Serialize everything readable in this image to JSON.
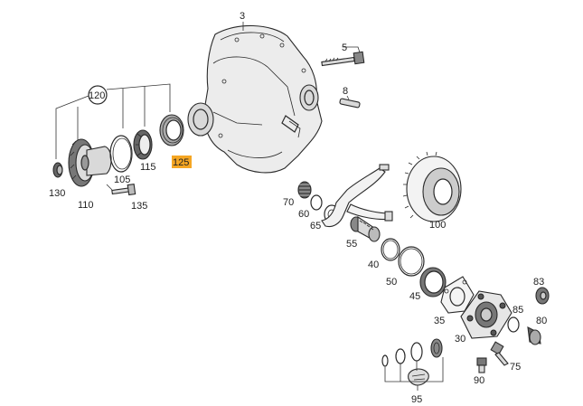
{
  "labels": {
    "p3": "3",
    "p5": "5",
    "p8": "8",
    "p120": "120",
    "p130": "130",
    "p110": "110",
    "p105": "105",
    "p115": "115",
    "p125": "125",
    "p135": "135",
    "p70": "70",
    "p60": "60",
    "p65": "65",
    "p55": "55",
    "p100": "100",
    "p40": "40",
    "p50": "50",
    "p45": "45",
    "p35": "35",
    "p30": "30",
    "p83": "83",
    "p85": "85",
    "p80": "80",
    "p75": "75",
    "p90": "90",
    "p95": "95"
  },
  "highlighted_part": "125",
  "colors": {
    "highlight": "#f5a623",
    "line": "#2a2a2a",
    "shade": "#d9d9d9"
  }
}
